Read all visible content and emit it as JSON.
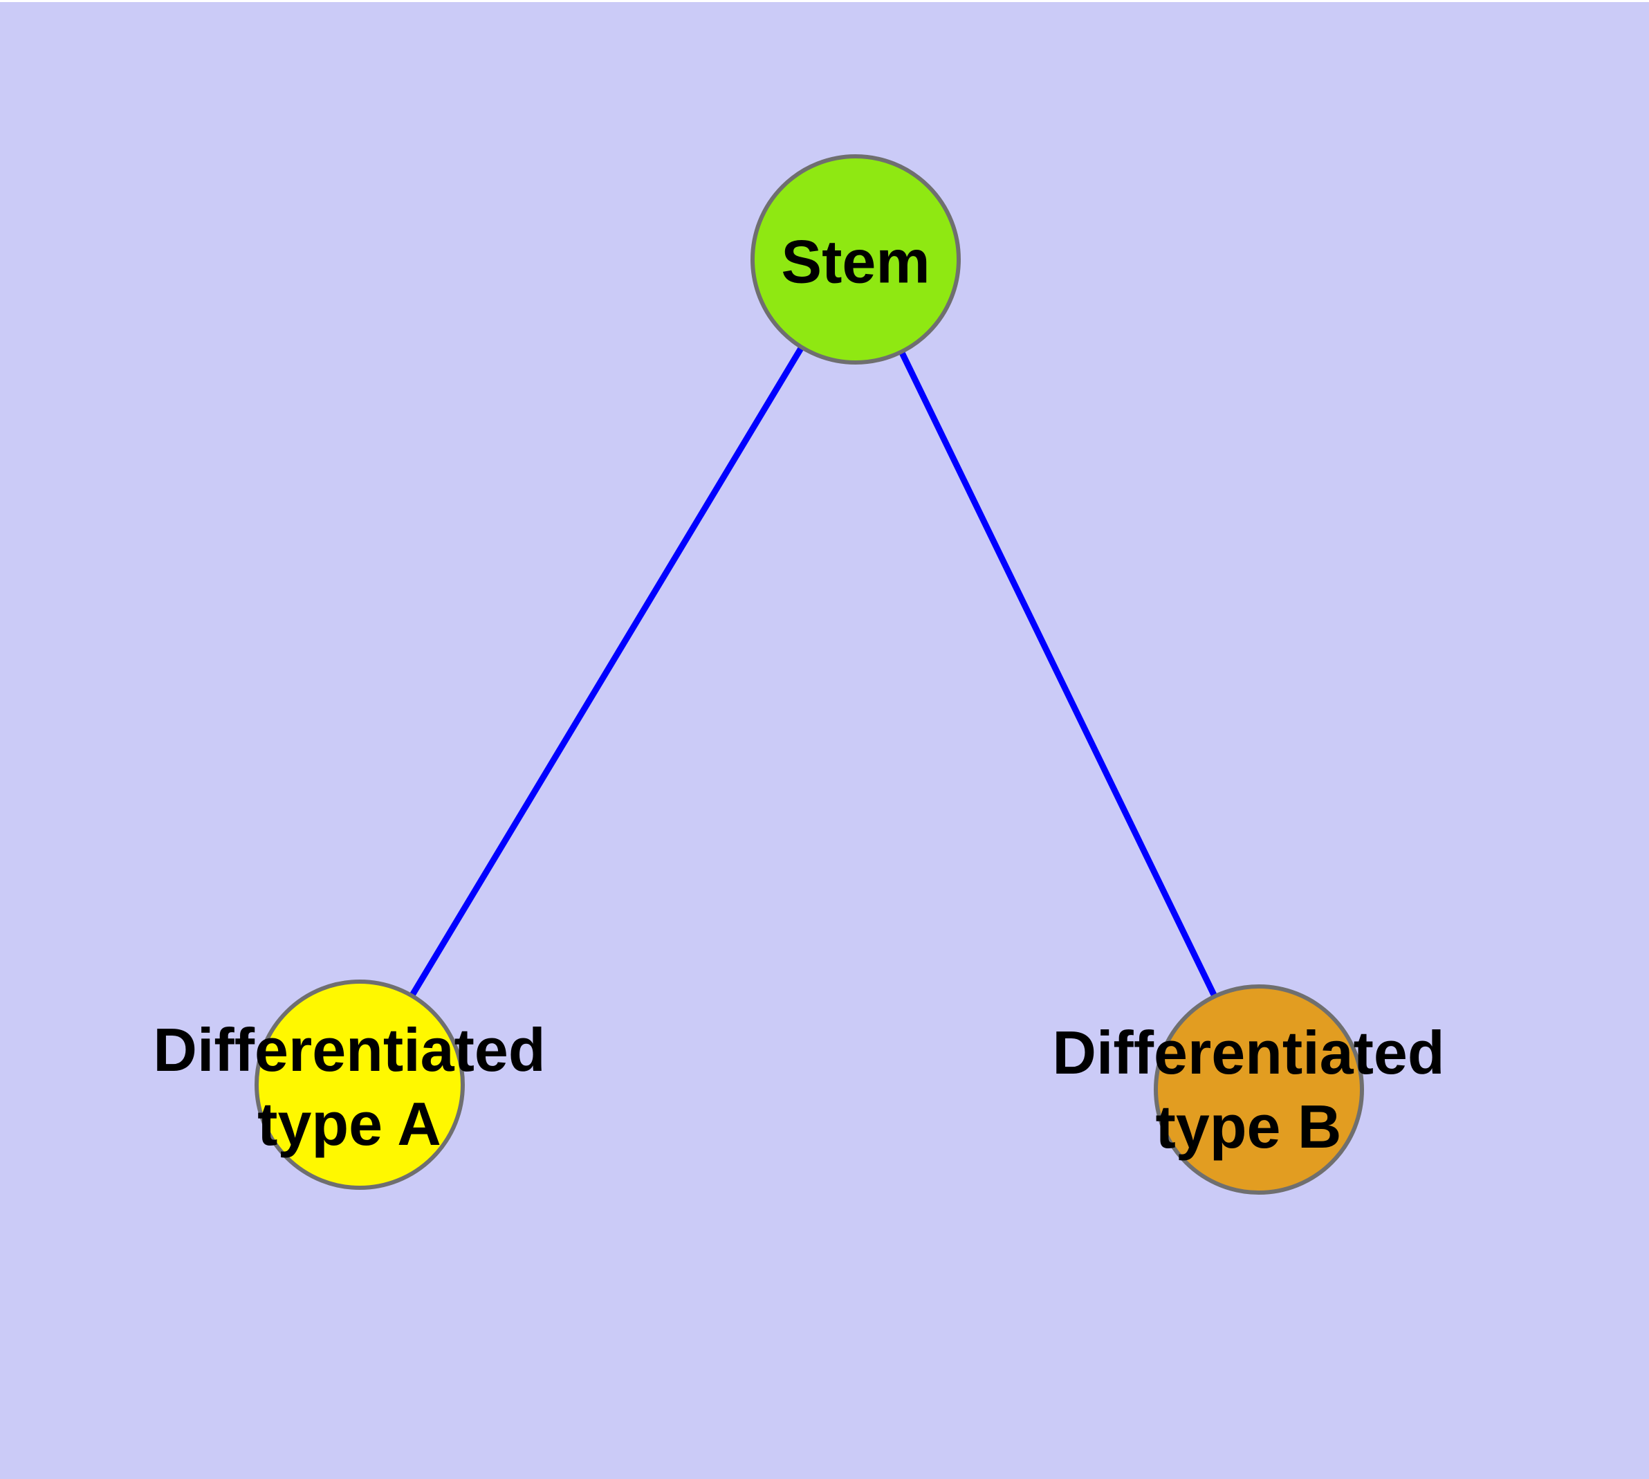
{
  "diagram": {
    "background_color": "#cbcbf7",
    "edge_color": "#0000ff",
    "node_border_color": "#6f6f6f",
    "nodes": [
      {
        "id": "stem",
        "label": "Stem",
        "color": "#8fe812"
      },
      {
        "id": "type_a",
        "label_line1": "Differentiated",
        "label_line2": "type A",
        "color": "#fff800"
      },
      {
        "id": "type_b",
        "label_line1": "Differentiated",
        "label_line2": "type B",
        "color": "#e29d21"
      }
    ],
    "edges": [
      {
        "from": "Stem",
        "to": "Differentiated type A"
      },
      {
        "from": "Stem",
        "to": "Differentiated type B"
      }
    ]
  }
}
